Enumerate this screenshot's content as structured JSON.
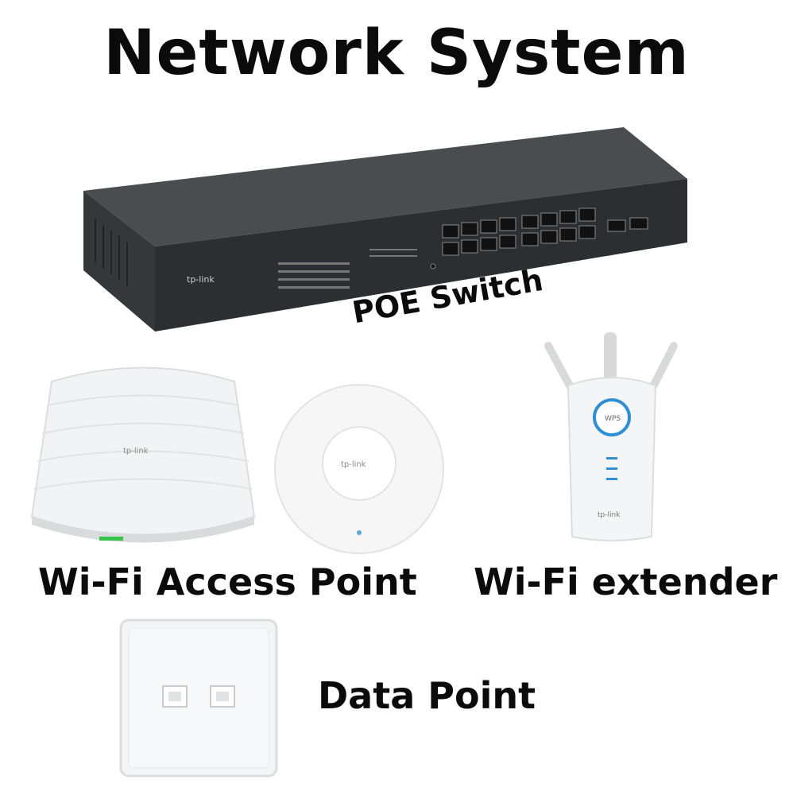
{
  "title": "Network System",
  "labels": {
    "poe_switch": "POE Switch",
    "wifi_access_point": "Wi-Fi Access Point",
    "wifi_extender": "Wi-Fi extender",
    "data_point": "Data Point"
  },
  "brand_marks": {
    "switch_logo": "tp-link",
    "ap_logo": "tp-link",
    "round_ap_logo": "tp-link",
    "extender_logo": "tp-link"
  },
  "colors": {
    "background": "#ffffff",
    "switch_body": "#3a3d40",
    "device_white": "#f4f5f6",
    "extender_accent": "#2f8fd0",
    "status_led_green": "#39c24a"
  },
  "icons": [
    "poe-switch-image",
    "ceiling-access-point-image",
    "round-access-point-image",
    "wifi-extender-image",
    "data-point-wall-plate-image"
  ]
}
